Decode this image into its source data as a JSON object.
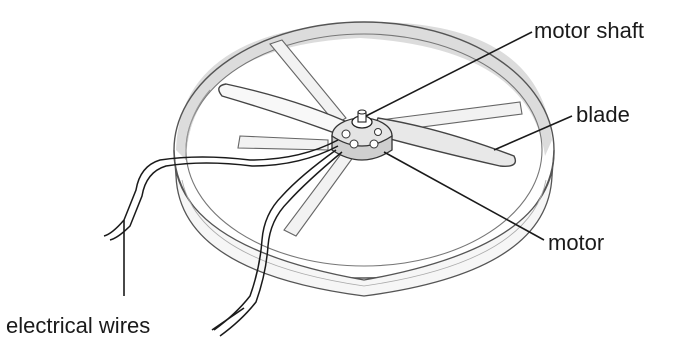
{
  "labels": {
    "motor_shaft": "motor shaft",
    "blade": "blade",
    "motor": "motor",
    "electrical_wires": "electrical wires"
  },
  "colors": {
    "line": "#1a1a1a",
    "shade": "#d9d9d9",
    "light": "#f4f4f4",
    "white": "#ffffff"
  }
}
